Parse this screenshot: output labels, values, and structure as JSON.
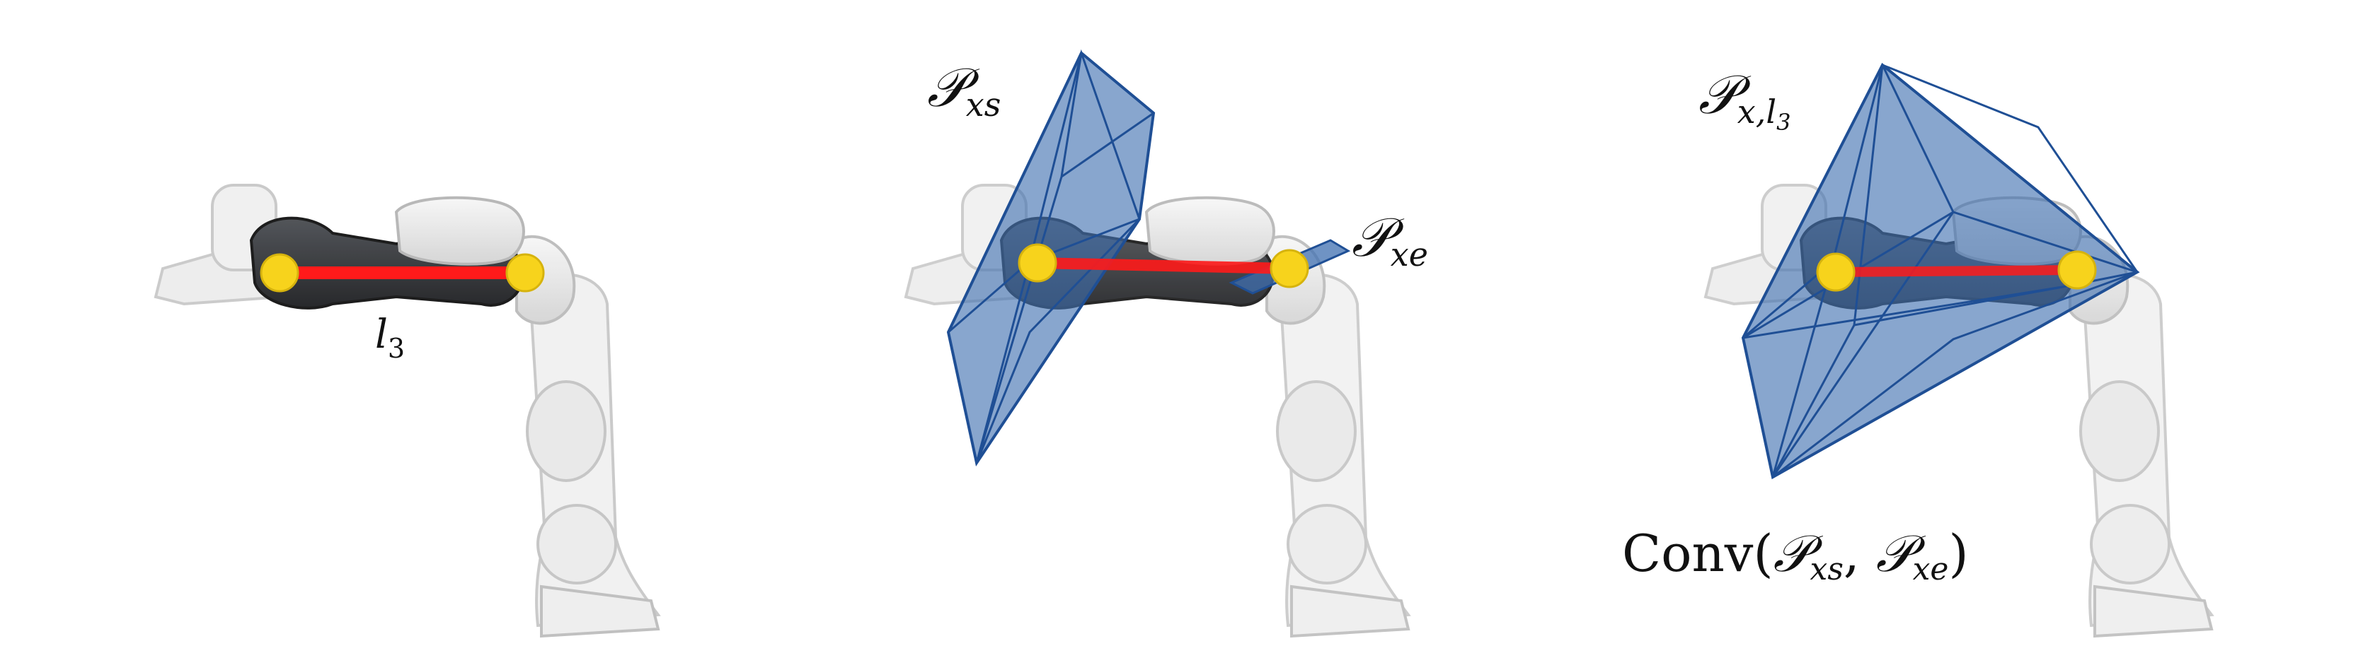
{
  "panels": [
    {
      "id": "left",
      "labels": {
        "main": "l",
        "sub": "3"
      }
    },
    {
      "id": "middle",
      "labels": {
        "start_main": "𝒫",
        "start_sub": "xs",
        "end_main": "𝒫",
        "end_sub": "xe"
      }
    },
    {
      "id": "right",
      "labels": {
        "hull_main": "𝒫",
        "hull_sub": "x,l",
        "hull_subsub": "3",
        "conv_prefix": "Conv(",
        "conv_p1": "𝒫",
        "conv_s1": "xs",
        "conv_comma": ", ",
        "conv_p2": "𝒫",
        "conv_s2": "xe",
        "conv_suffix": ")"
      }
    }
  ],
  "colors": {
    "link_segment": "#ff1a1a",
    "joint_marker": "#f7d31c",
    "polytope_fill": "#3f6fb0",
    "polytope_edge": "#1f4f95",
    "robot_body": "#e6e6e6",
    "robot_dark": "#2b2d30"
  }
}
